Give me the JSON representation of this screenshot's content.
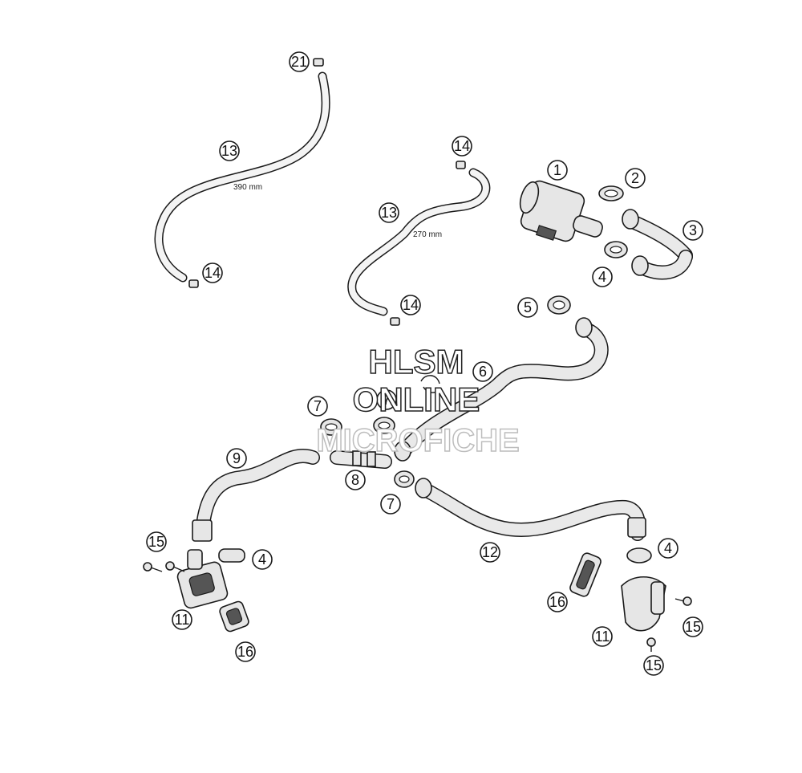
{
  "dimensions": {
    "hose_long_length": "390 mm",
    "hose_short_length": "270 mm"
  },
  "callouts": [
    "21",
    "13",
    "14",
    "14",
    "13",
    "14",
    "1",
    "2",
    "3",
    "4",
    "5",
    "6",
    "7",
    "7",
    "9",
    "8",
    "7",
    "4",
    "15",
    "11",
    "16",
    "12",
    "4",
    "16",
    "15",
    "11",
    "15"
  ],
  "watermark": {
    "line1": "HLSM",
    "line2": "ONLINE",
    "line3": "MICROFICHE"
  }
}
